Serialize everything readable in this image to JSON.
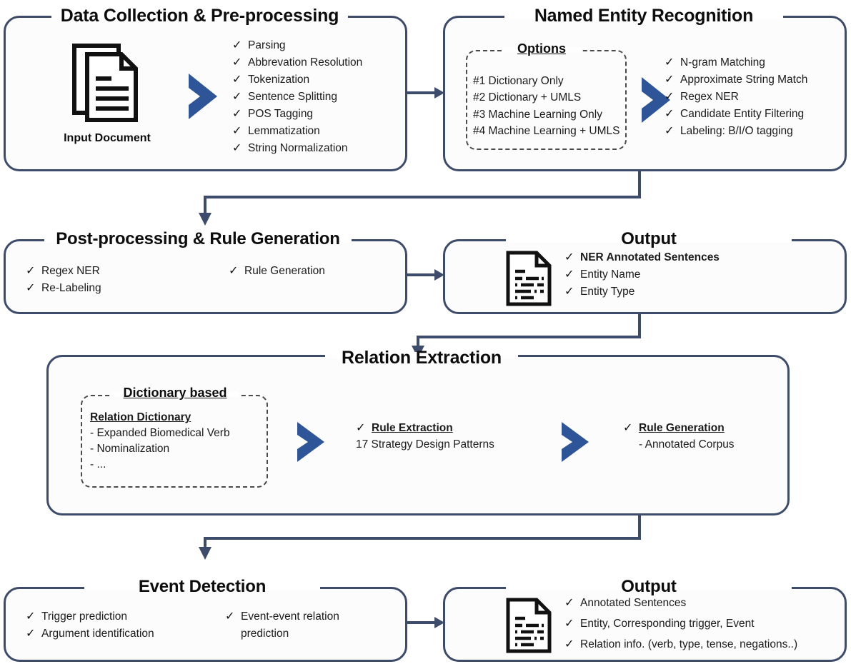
{
  "diagram": {
    "title": "Biomedical Information Extraction Pipeline",
    "colors": {
      "box_border": "#3d4c6b",
      "chevron_blue": "#2e5597",
      "arrow": "#3d4c6b",
      "dashed_border": "#4a4a4a",
      "text": "#1b1b1b",
      "background": "#ffffff"
    }
  },
  "stages": {
    "data_collection": {
      "title": "Data Collection & Pre-processing",
      "icon_label": "Input Document",
      "icon_name": "stacked-document-icon",
      "chevron": "chevron-right-icon",
      "items": [
        "Parsing",
        "Abbrevation Resolution",
        "Tokenization",
        "Sentence Splitting",
        "POS Tagging",
        "Lemmatization",
        "String Normalization"
      ]
    },
    "ner": {
      "title": "Named Entity Recognition",
      "options_title": "Options",
      "options": [
        "#1 Dictionary Only",
        "#2 Dictionary + UMLS",
        "#3 Machine Learning Only",
        "#4 Machine Learning + UMLS"
      ],
      "chevron": "chevron-right-icon",
      "items": [
        "N-gram Matching",
        "Approximate String Match",
        "Regex NER",
        "Candidate Entity Filtering",
        "Labeling: B/I/O tagging"
      ]
    },
    "post_processing": {
      "title": "Post-processing & Rule Generation",
      "items_left": [
        "Regex NER",
        "Re-Labeling"
      ],
      "items_right": [
        "Rule Generation"
      ]
    },
    "output_ner": {
      "title": "Output",
      "icon_name": "annotated-document-icon",
      "items": [
        {
          "text": "NER Annotated Sentences",
          "bold": true
        },
        {
          "text": "Entity Name",
          "bold": false
        },
        {
          "text": "Entity Type",
          "bold": false
        }
      ]
    },
    "relation_extraction": {
      "title": "Relation Extraction",
      "dictionary_title": "Dictionary based",
      "relation_dictionary_title": "Relation Dictionary",
      "relation_dictionary_items": [
        "-   Expanded Biomedical Verb",
        "-   Nominalization",
        "-   ..."
      ],
      "chevron_one": "chevron-right-icon",
      "chevron_two": "chevron-right-icon",
      "rule_extraction_title": "Rule Extraction",
      "rule_extraction_sub": "17 Strategy Design Patterns",
      "rule_generation_title": "Rule Generation",
      "rule_generation_sub": "-   Annotated Corpus"
    },
    "event_detection": {
      "title": "Event Detection",
      "items_left": [
        "Trigger prediction",
        "Argument identification"
      ],
      "items_right_line1": "Event-event relation",
      "items_right_line2": "prediction"
    },
    "output_event": {
      "title": "Output",
      "icon_name": "annotated-document-icon",
      "items": [
        "Annotated Sentences",
        "Entity, Corresponding trigger, Event",
        "Relation info. (verb, type, tense, negations..)"
      ]
    }
  },
  "connectors": {
    "c1": "data-collection-to-ner",
    "c2": "ner-to-post-processing",
    "c3": "post-processing-to-output-ner",
    "c4": "output-ner-to-relation-extraction",
    "c5": "relation-extraction-to-event-detection",
    "c6": "event-detection-to-output-event"
  },
  "glyphs": {
    "check": "✓"
  }
}
